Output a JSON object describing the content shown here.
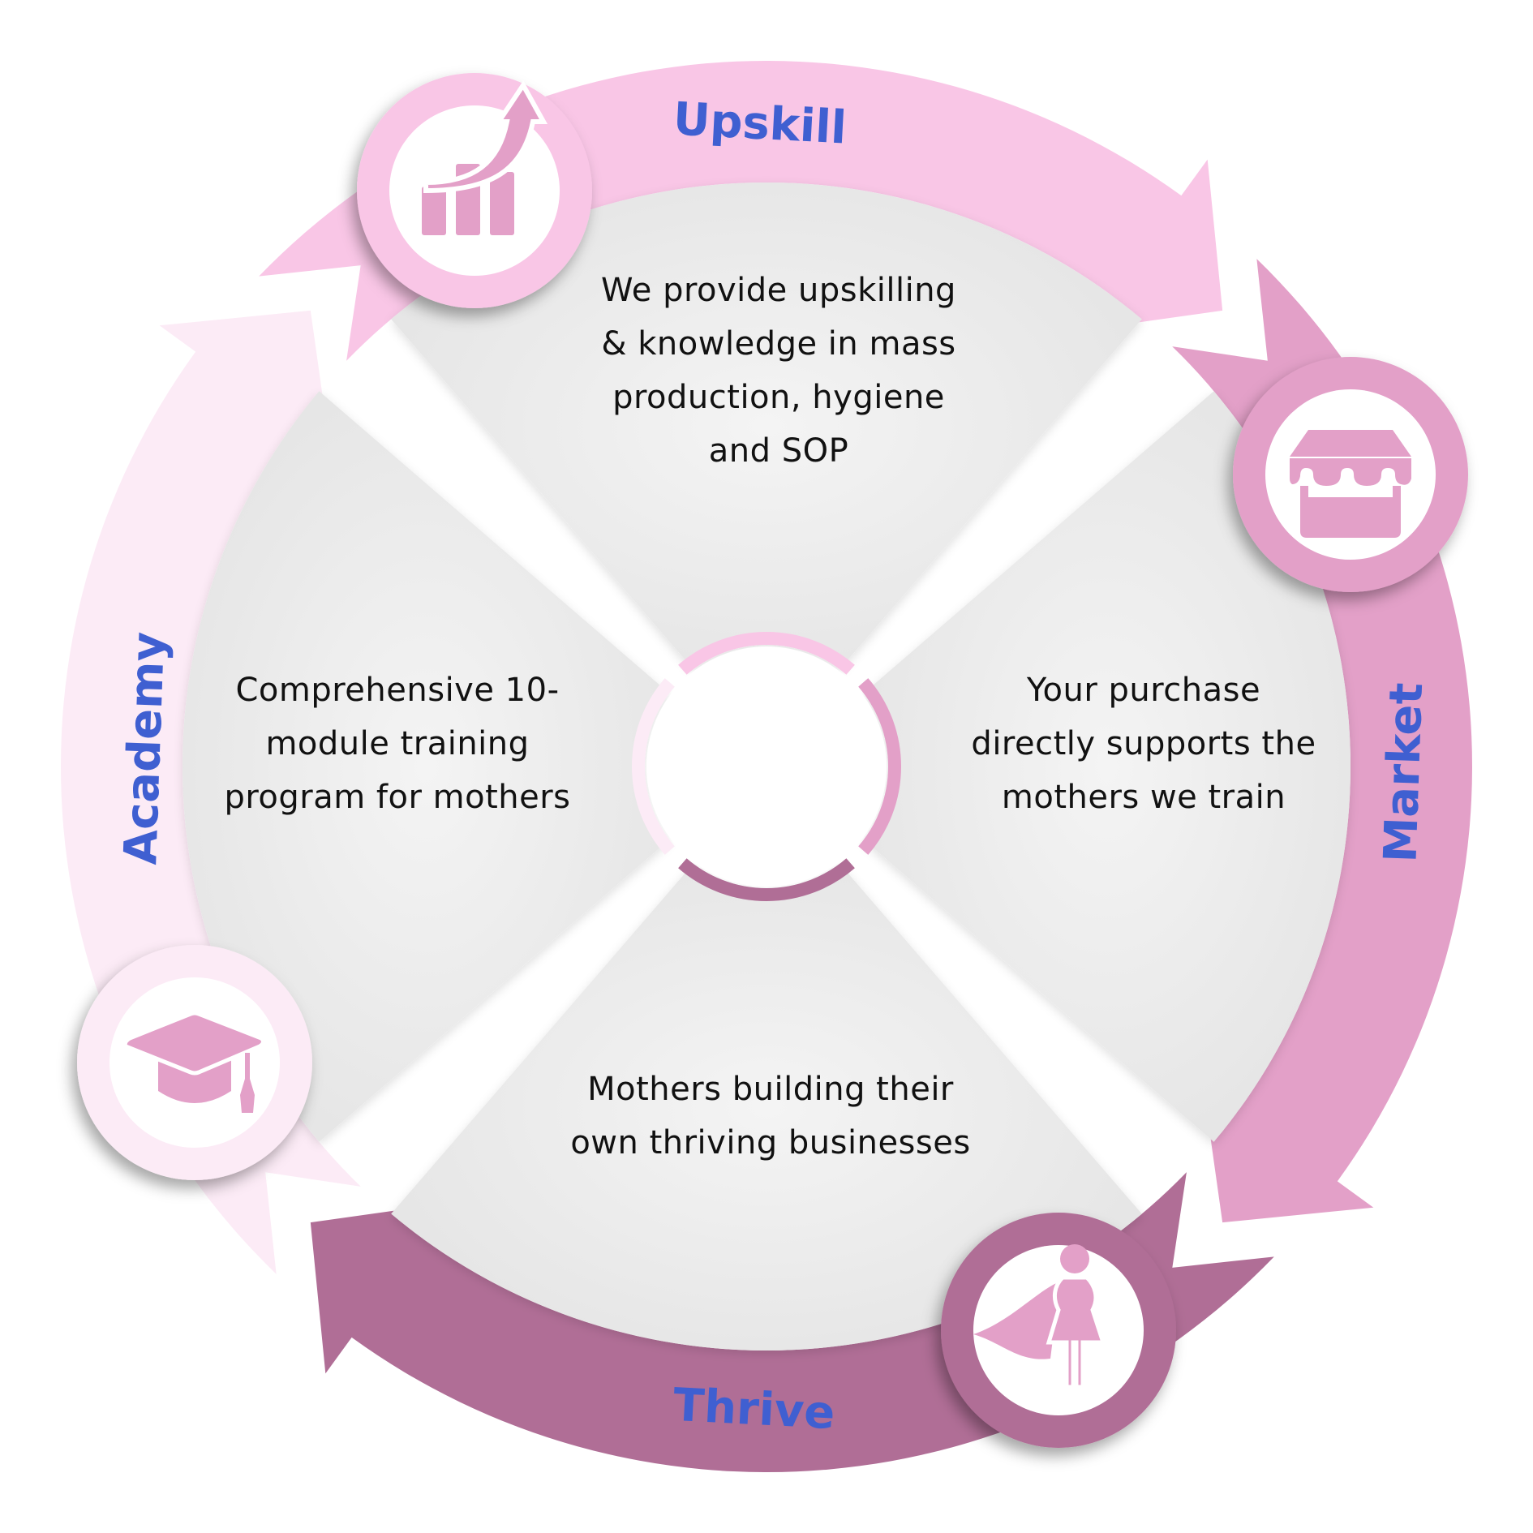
{
  "title": "Mothers empowerment cycle",
  "colors": {
    "upskill": "#f9c6e6",
    "market": "#e3a0c8",
    "thrive": "#b06e96",
    "academy": "#fcebf6",
    "icon_fill": "#e3a0c8",
    "label_text": "#3f5fd1",
    "sector_fill": "#e9e9e9",
    "body_text": "#111111"
  },
  "stages": [
    {
      "id": "upskill",
      "label": "Upskill",
      "icon": "growth-chart-icon",
      "description_lines": [
        "We provide upskilling",
        "& knowledge in mass",
        "production, hygiene",
        "and SOP"
      ]
    },
    {
      "id": "market",
      "label": "Market",
      "icon": "storefront-icon",
      "description_lines": [
        "Your purchase",
        "directly supports the",
        "mothers we train"
      ]
    },
    {
      "id": "thrive",
      "label": "Thrive",
      "icon": "superhero-woman-icon",
      "description_lines": [
        "Mothers building their",
        "own thriving businesses"
      ]
    },
    {
      "id": "academy",
      "label": "Academy",
      "icon": "graduation-cap-icon",
      "description_lines": [
        "Comprehensive 10-",
        "module training",
        "program for mothers"
      ]
    }
  ]
}
